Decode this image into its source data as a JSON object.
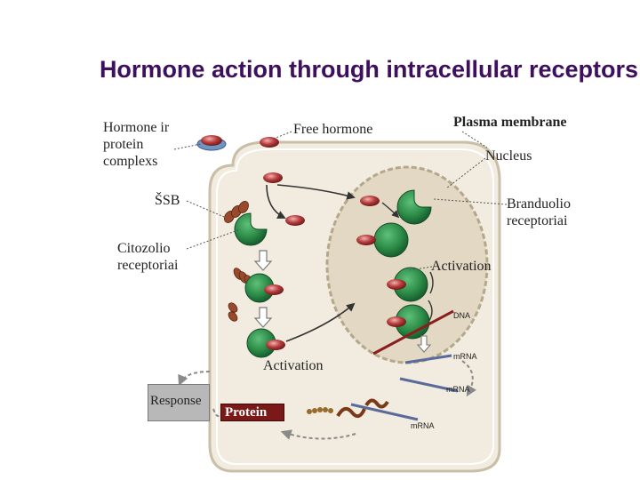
{
  "title": "Hormone action through intracellular receptors",
  "labels": {
    "complex": "Hormone ir protein complexs",
    "free_hormone": "Free hormone",
    "plasma_membrane": "Plasma membrane",
    "nucleus": "Nucleus",
    "ssb": "ŠSB",
    "nuclear_receptors": "Branduolio receptoriai",
    "cytosol_receptors": "Citozolio receptoriai",
    "activation_nuclear": "Activation",
    "activation_cytosol": "Activation",
    "dna": "DNA",
    "mrna_1": "mRNA",
    "mrna_2": "mRNA",
    "mrna_3": "mRNA",
    "response": "Response",
    "protein": "Protein"
  },
  "colors": {
    "title": "#3d0f5c",
    "cell_fill": "#f1ecdf",
    "nucleus_fill": "#e2d8c4",
    "receptor": "#2f8c4a",
    "hormone": "#b03a3a",
    "protein_box": "#7b1818",
    "response_box": "#b8b8b8"
  }
}
